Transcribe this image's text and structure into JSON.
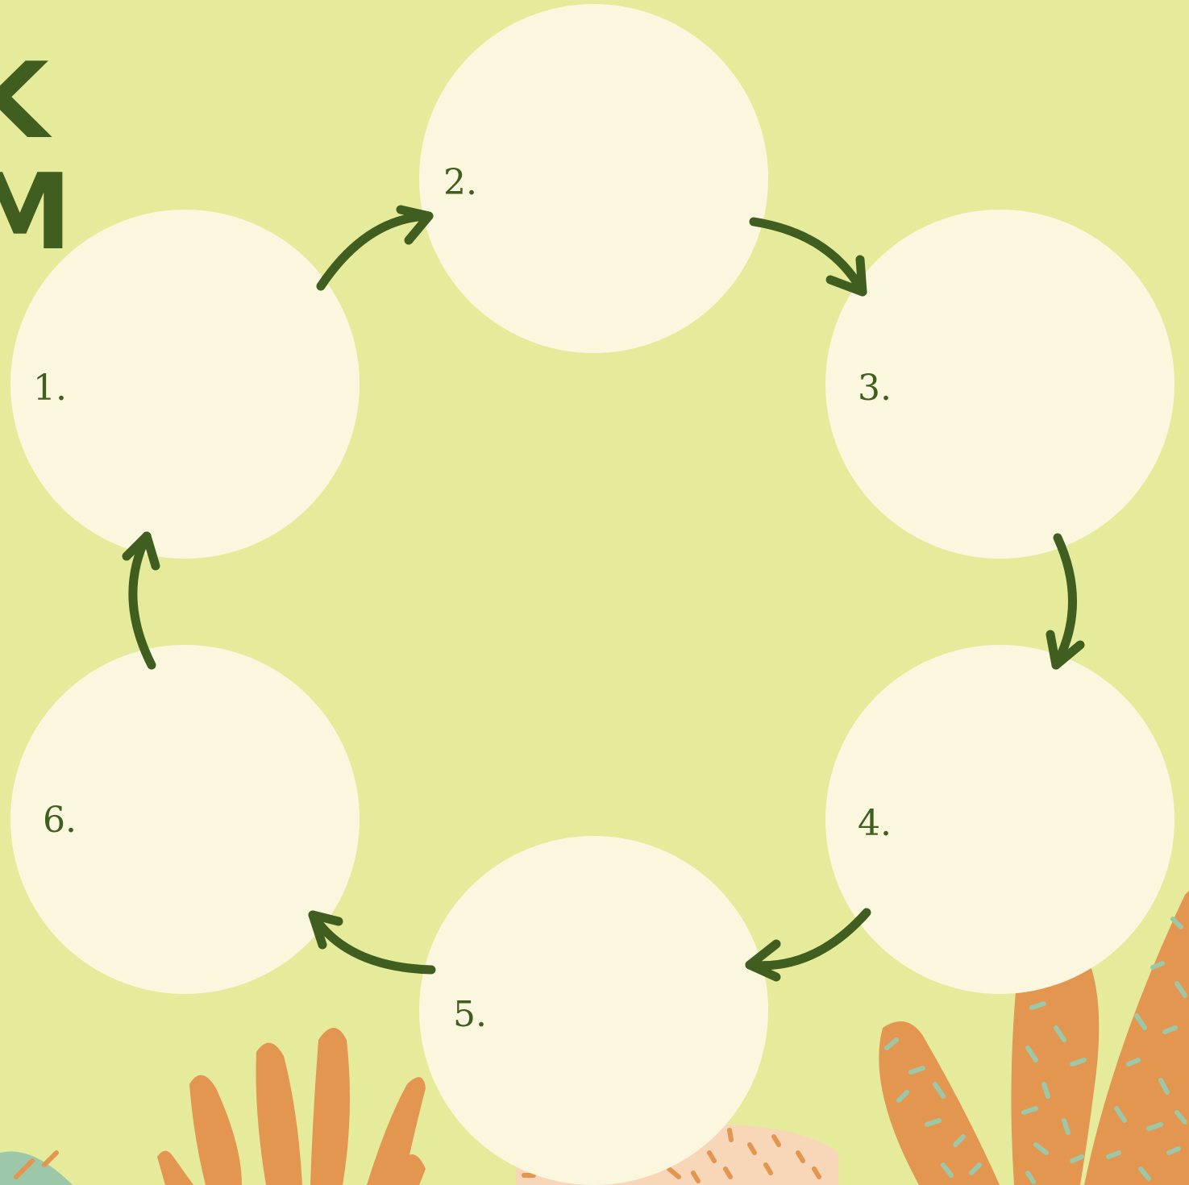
{
  "title": {
    "line1": "K",
    "line2": "M"
  },
  "steps": [
    {
      "number": "1.",
      "label": ""
    },
    {
      "number": "2.",
      "label": ""
    },
    {
      "number": "3.",
      "label": ""
    },
    {
      "number": "4.",
      "label": ""
    },
    {
      "number": "5.",
      "label": ""
    },
    {
      "number": "6.",
      "label": ""
    }
  ],
  "flow": [
    "1 → 2",
    "2 → 3",
    "3 → 4",
    "4 → 5",
    "5 → 6",
    "6 → 1"
  ],
  "colors": {
    "background": "#e6eb9b",
    "node_fill": "#fbf7df",
    "arrow": "#3f5e1f",
    "text": "#3f5e1f",
    "plant_orange": "#e3964f",
    "plant_teal": "#9cc7a8",
    "plant_peach": "#f8d6b8"
  }
}
